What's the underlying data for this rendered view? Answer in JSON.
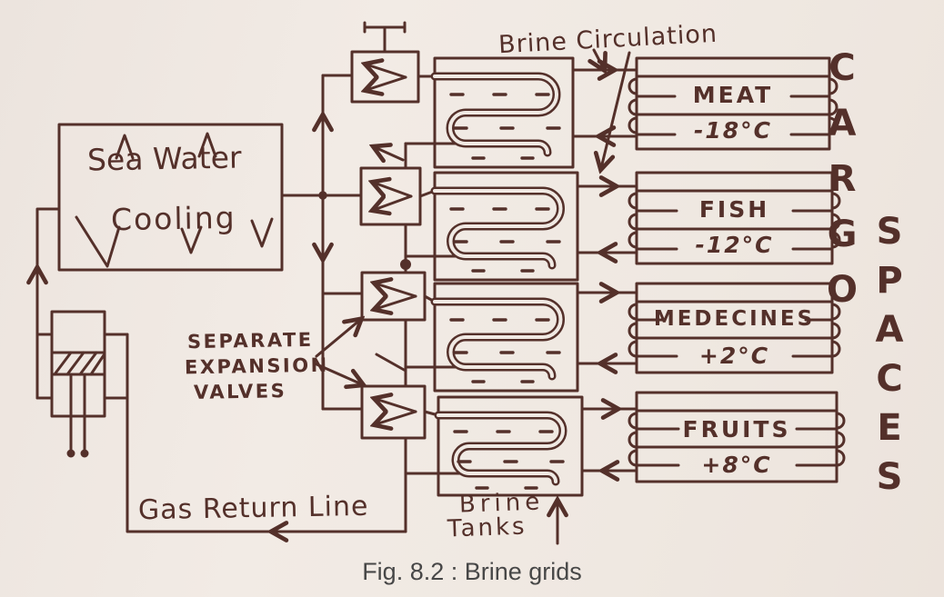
{
  "figure": {
    "caption": "Fig. 8.2 : Brine grids"
  },
  "condenser": {
    "line1": "Sea Water",
    "line2": "Cooling"
  },
  "labels": {
    "brine_circulation": "Brine Circulation",
    "expansion_valves": [
      "SEPARATE",
      "EXPANSION",
      "VALVES"
    ],
    "gas_return_line": "Gas Return Line",
    "brine_tanks": [
      "Brine",
      "Tanks"
    ]
  },
  "cargo_spaces": [
    {
      "name": "MEAT",
      "temperature": "-18°C"
    },
    {
      "name": "FISH",
      "temperature": "-12°C"
    },
    {
      "name": "MEDECINES",
      "temperature": "+2°C"
    },
    {
      "name": "FRUITS",
      "temperature": "+8°C"
    }
  ],
  "side_labels": {
    "cargo": "CARGO",
    "spaces": "SPACES"
  },
  "colors": {
    "ink": "#54302a",
    "paper": "#f0e9e3",
    "caption_text": "#474747"
  }
}
